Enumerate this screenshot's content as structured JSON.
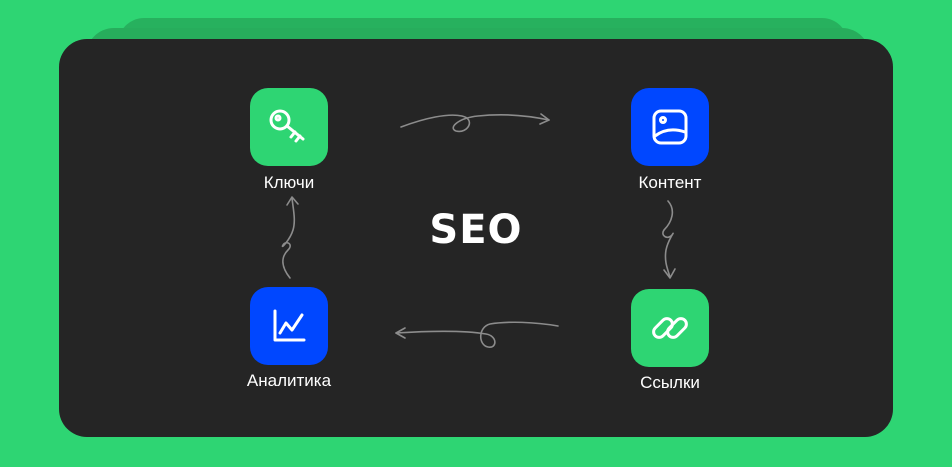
{
  "colors": {
    "page_background": "#2ed573",
    "card_background": "#252525",
    "back_card": "#27ad5c",
    "green_tile": "#2ed573",
    "blue_tile": "#0047ff",
    "arrow": "#8c8c8c",
    "text": "#ffffff"
  },
  "diagram": {
    "title": "SEO",
    "nodes": [
      {
        "id": "keys",
        "label": "Ключи",
        "icon": "key-icon",
        "tile_color": "green"
      },
      {
        "id": "content",
        "label": "Контент",
        "icon": "image-icon",
        "tile_color": "blue"
      },
      {
        "id": "links",
        "label": "Ссылки",
        "icon": "link-icon",
        "tile_color": "green"
      },
      {
        "id": "analytics",
        "label": "Аналитика",
        "icon": "chart-line-icon",
        "tile_color": "blue"
      }
    ],
    "edges": [
      {
        "from": "keys",
        "to": "content"
      },
      {
        "from": "content",
        "to": "links"
      },
      {
        "from": "links",
        "to": "analytics"
      },
      {
        "from": "analytics",
        "to": "keys"
      }
    ]
  }
}
